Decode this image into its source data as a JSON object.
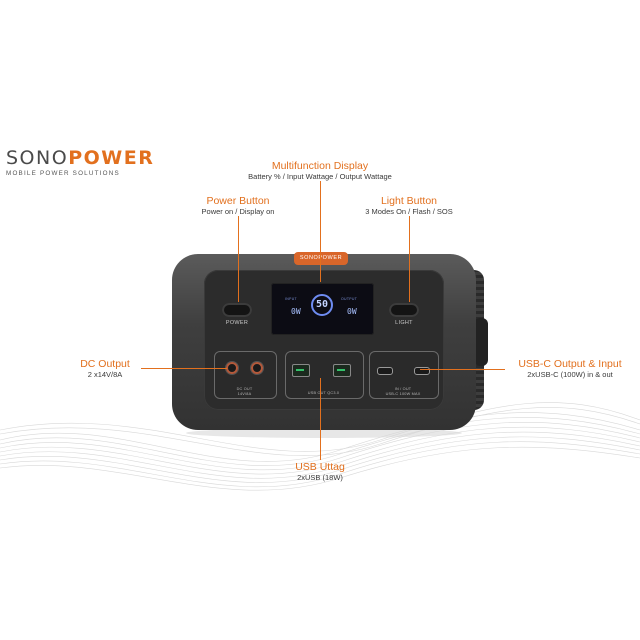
{
  "brand": {
    "name_part1": "SONO",
    "name_part2": "POWER",
    "tagline": "MOBILE POWER SOLUTIONS",
    "accent_color": "#e2701e"
  },
  "callouts": {
    "multifunction_display": {
      "title": "Multifunction Display",
      "subtitle": "Battery % / Input Wattage / Output Wattage"
    },
    "power_button": {
      "title": "Power Button",
      "subtitle": "Power on / Display on"
    },
    "light_button": {
      "title": "Light Button",
      "subtitle": "3 Modes On / Flash / SOS"
    },
    "dc_output": {
      "title": "DC Output",
      "subtitle": "2 x14V/8A"
    },
    "usbc_output": {
      "title": "USB-C Output & Input",
      "subtitle": "2xUSB-C (100W) in & out"
    },
    "usb_uttag": {
      "title": "USB Uttag",
      "subtitle": "2xUSB (18W)"
    }
  },
  "device": {
    "handle_logo": "SONOPOWER",
    "power_label": "POWER",
    "light_label": "LIGHT",
    "display": {
      "input_label": "INPUT",
      "output_label": "OUTPUT",
      "battery_value": "50",
      "input_value": "0W",
      "output_value": "0W"
    },
    "dc_out_label_1": "DC OUT",
    "dc_out_label_2": "14V/8A",
    "usb_out_label": "USB OUT QC3.0",
    "usbc_label_1": "IN / OUT",
    "usbc_label_2": "USB-C 100W MAX"
  }
}
